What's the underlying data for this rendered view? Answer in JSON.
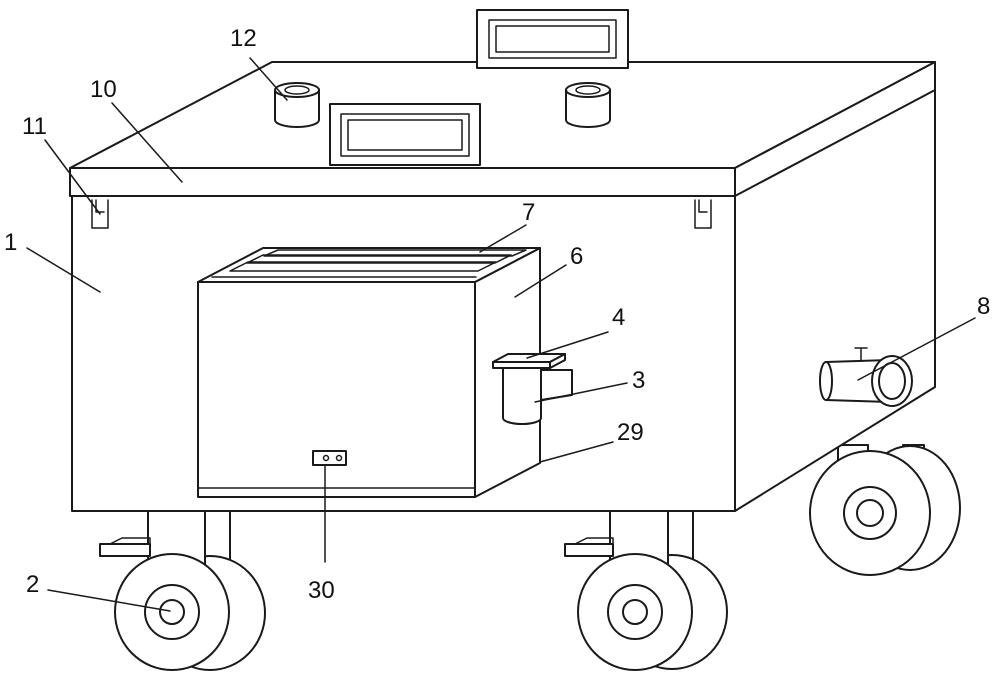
{
  "colors": {
    "line": "#1a1a1a",
    "background": "#ffffff"
  },
  "labels": {
    "l1": "1",
    "l2": "2",
    "l3": "3",
    "l4": "4",
    "l6": "6",
    "l7": "7",
    "l8": "8",
    "l10": "10",
    "l11": "11",
    "l12": "12",
    "l29": "29",
    "l30": "30"
  }
}
